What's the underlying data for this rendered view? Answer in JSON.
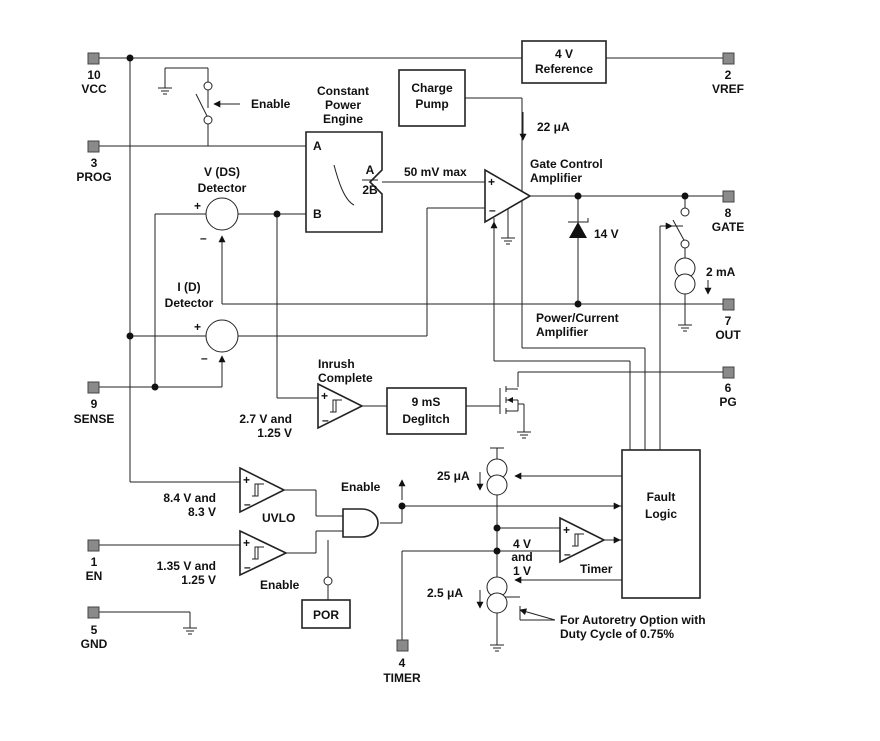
{
  "pins": {
    "vcc": {
      "num": "10",
      "name": "VCC"
    },
    "prog": {
      "num": "3",
      "name": "PROG"
    },
    "sense": {
      "num": "9",
      "name": "SENSE"
    },
    "en": {
      "num": "1",
      "name": "EN"
    },
    "gnd": {
      "num": "5",
      "name": "GND"
    },
    "vref": {
      "num": "2",
      "name": "VREF"
    },
    "gate": {
      "num": "8",
      "name": "GATE"
    },
    "out": {
      "num": "7",
      "name": "OUT"
    },
    "pg": {
      "num": "6",
      "name": "PG"
    },
    "timer": {
      "num": "4",
      "name": "TIMER"
    }
  },
  "blocks": {
    "reference": [
      "4 V",
      "Reference"
    ],
    "charge_pump": [
      "Charge",
      "Pump"
    ],
    "cpe_title": [
      "Constant",
      "Power",
      "Engine"
    ],
    "cpe_in_a": "A",
    "cpe_in_b": "B",
    "cpe_ratio_num": "A",
    "cpe_ratio_den": "2B",
    "deglitch": [
      "9 mS",
      "Deglitch"
    ],
    "fault_logic": [
      "Fault",
      "Logic"
    ],
    "por": "POR"
  },
  "labels": {
    "enable_top": "Enable",
    "vds_detector": [
      "V (DS)",
      "Detector"
    ],
    "id_detector": [
      "I (D)",
      "Detector"
    ],
    "max_50mv": "50 mV max",
    "current_22ua": "22 μA",
    "gate_control_amp": [
      "Gate Control",
      "Amplifier"
    ],
    "zener_14v": "14 V",
    "current_2ma": "2 mA",
    "power_current_amp": [
      "Power/Current",
      "Amplifier"
    ],
    "inrush_complete": [
      "Inrush",
      "Complete"
    ],
    "thresh_27": [
      "2.7 V and",
      "1.25 V"
    ],
    "thresh_84": [
      "8.4 V and",
      "8.3 V"
    ],
    "uvlo": "UVLO",
    "thresh_135": [
      "1.35 V and",
      "1.25 V"
    ],
    "enable_bottom": "Enable",
    "enable_gate": "Enable",
    "current_25ua": "25 μA",
    "timer_levels": [
      "4 V",
      "and",
      "1 V"
    ],
    "timer_comp": "Timer",
    "current_25ua_small": "2.5 μA",
    "autoretry_note": [
      "For Autoretry Option with",
      "Duty Cycle of 0.75%"
    ]
  }
}
